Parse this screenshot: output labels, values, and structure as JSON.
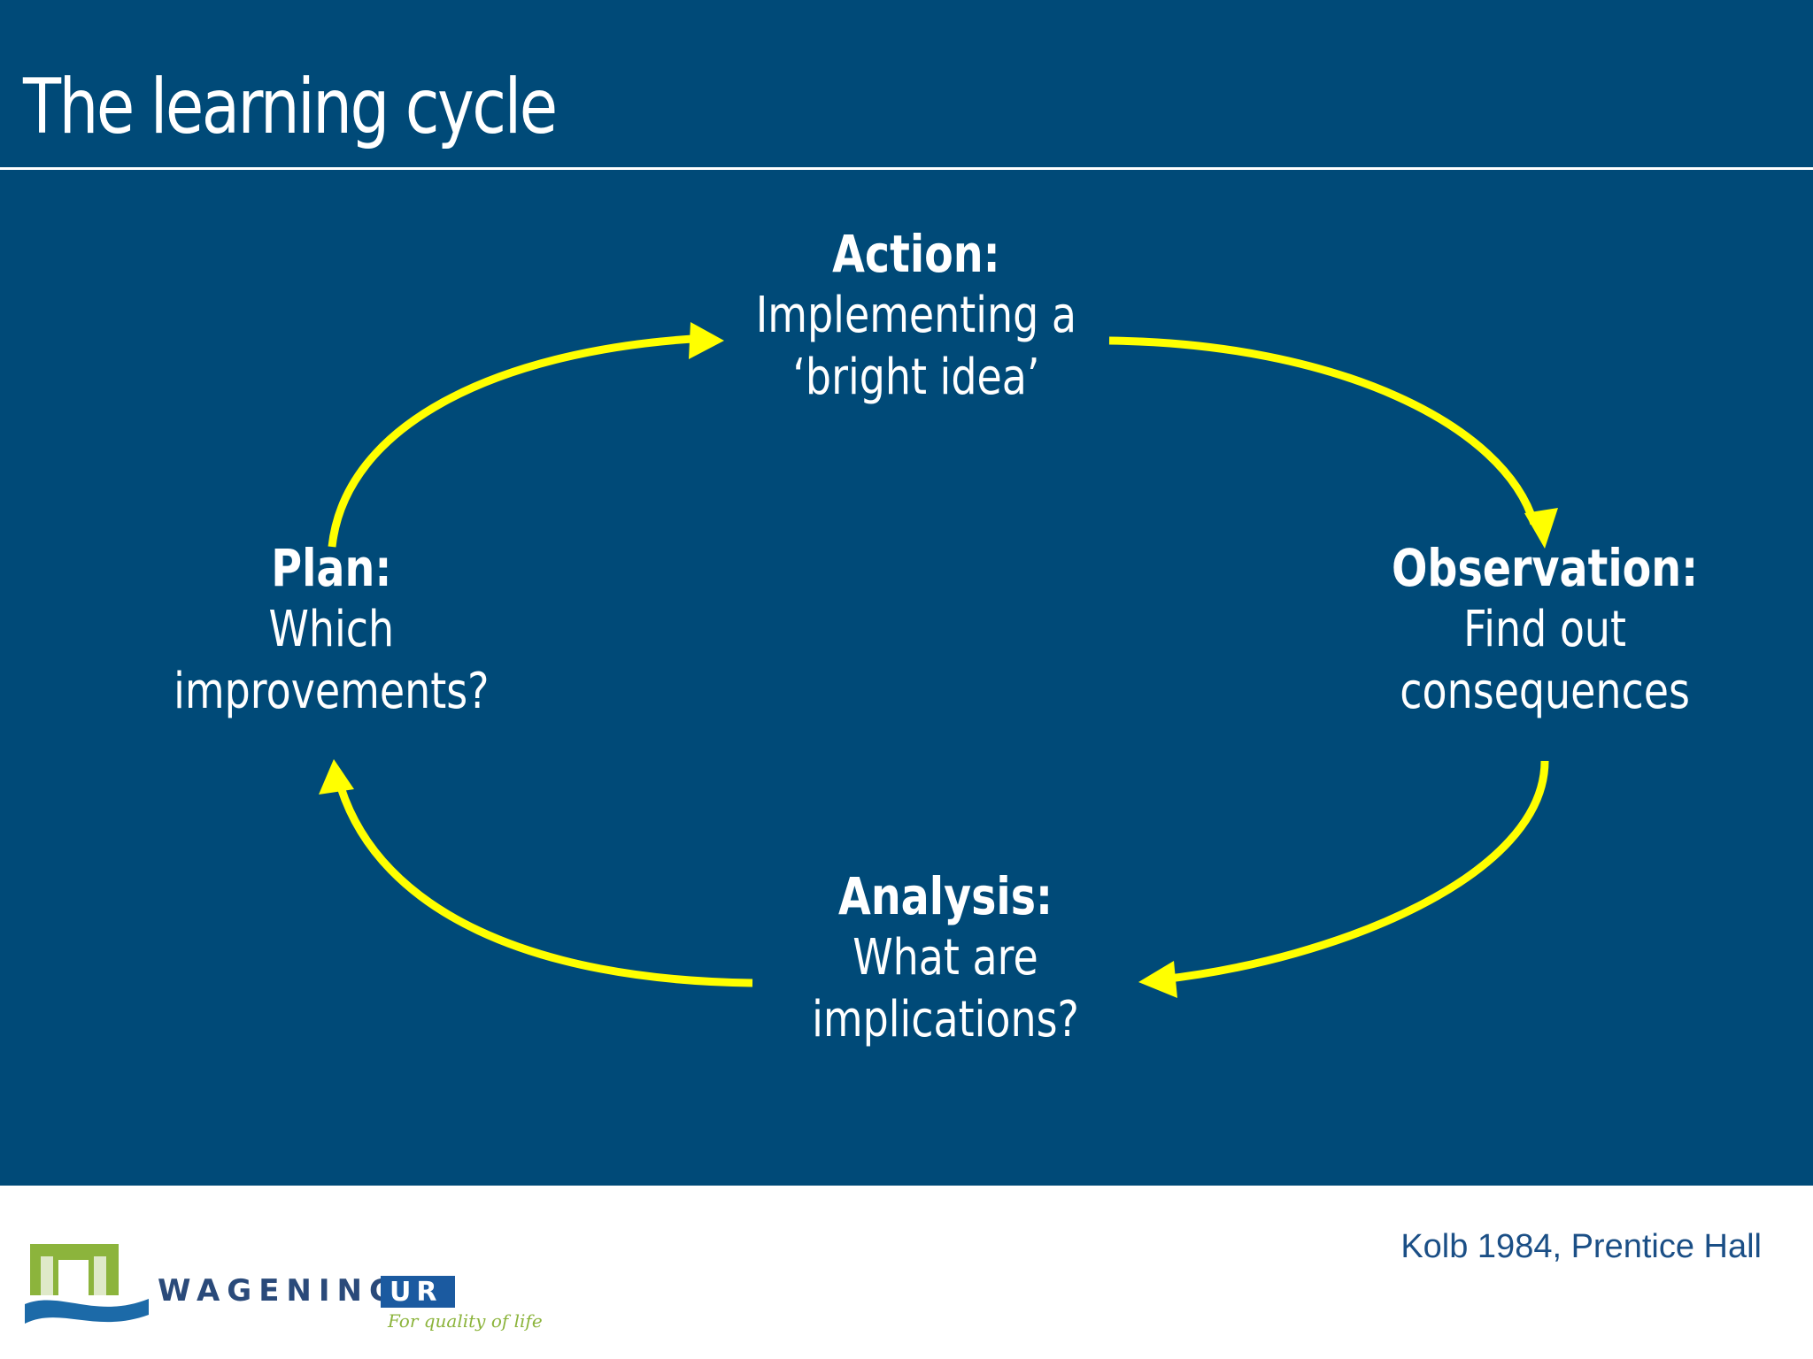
{
  "slide": {
    "title": "The learning cycle",
    "background_color": "#004a78",
    "arrow_color": "#ffff00"
  },
  "diagram": {
    "nodes": [
      {
        "id": "action",
        "heading": "Action:",
        "lines": [
          "Implementing a",
          "‘bright idea’"
        ]
      },
      {
        "id": "observation",
        "heading": "Observation:",
        "lines": [
          "Find out",
          "consequences"
        ]
      },
      {
        "id": "analysis",
        "heading": "Analysis:",
        "lines": [
          "What are",
          "implications?"
        ]
      },
      {
        "id": "plan",
        "heading": "Plan:",
        "lines": [
          "Which",
          "improvements?"
        ]
      }
    ],
    "edges": [
      {
        "from": "plan",
        "to": "action"
      },
      {
        "from": "action",
        "to": "observation"
      },
      {
        "from": "observation",
        "to": "analysis"
      },
      {
        "from": "analysis",
        "to": "plan"
      }
    ]
  },
  "footer": {
    "citation": "Kolb 1984, Prentice Hall",
    "logo": {
      "name_part1": "WAGENINGEN",
      "name_part2": "UR",
      "tagline": "For quality of life",
      "icon": "wageningen-logo-icon"
    }
  }
}
